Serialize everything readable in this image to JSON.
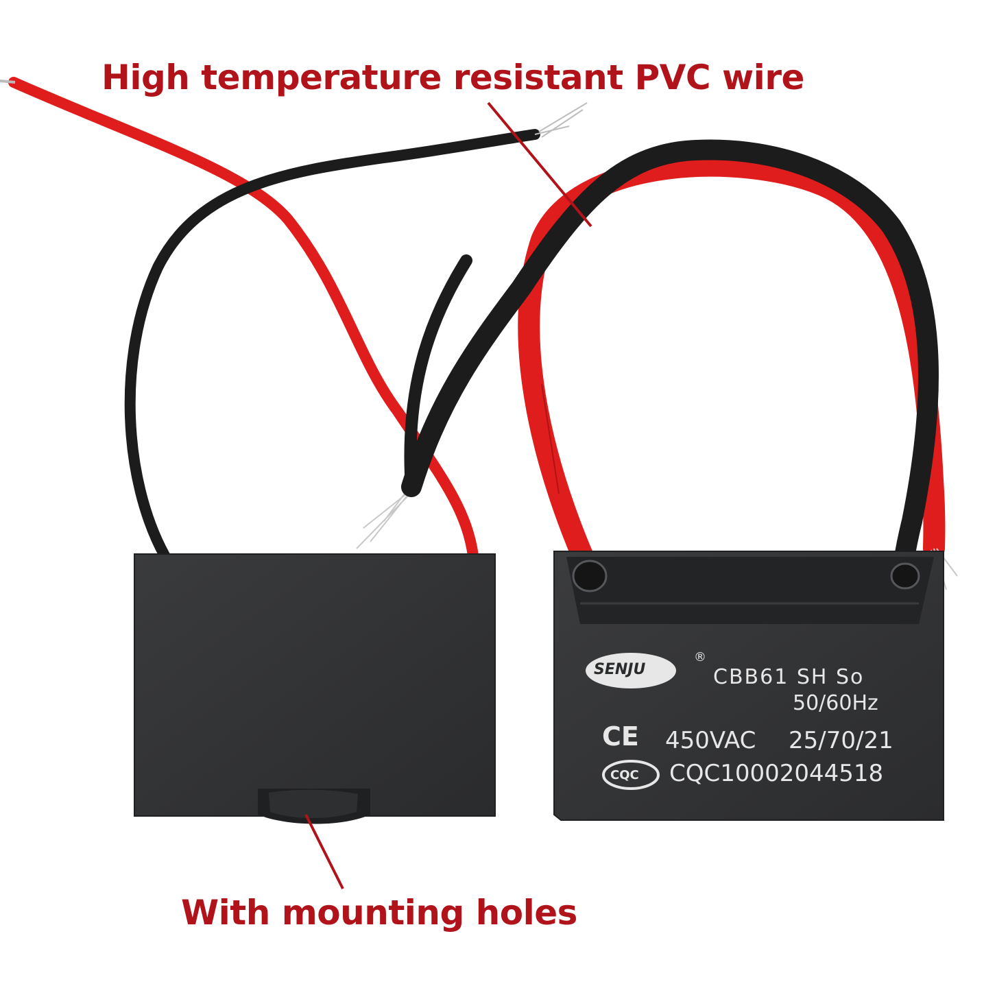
{
  "annotations": {
    "wire_label": "High temperature resistant PVC wire",
    "holes_label": "With mounting holes"
  },
  "capacitor": {
    "brand_logo": "SENJU",
    "registered_mark": "®",
    "model": "CBB61 SH So",
    "frequency": "50/60Hz",
    "voltage": "450VAC",
    "climatic_class": "25/70/21",
    "ce_mark": "CE",
    "cqc_logo": "CQC",
    "cqc_number": "CQC10002044518"
  },
  "colors": {
    "annotation_red": "#b0141a",
    "wire_red": "#e01d1d",
    "wire_black": "#1c1c1c",
    "body_dark": "#2c2d2f",
    "print_white": "#e7e7e7"
  }
}
